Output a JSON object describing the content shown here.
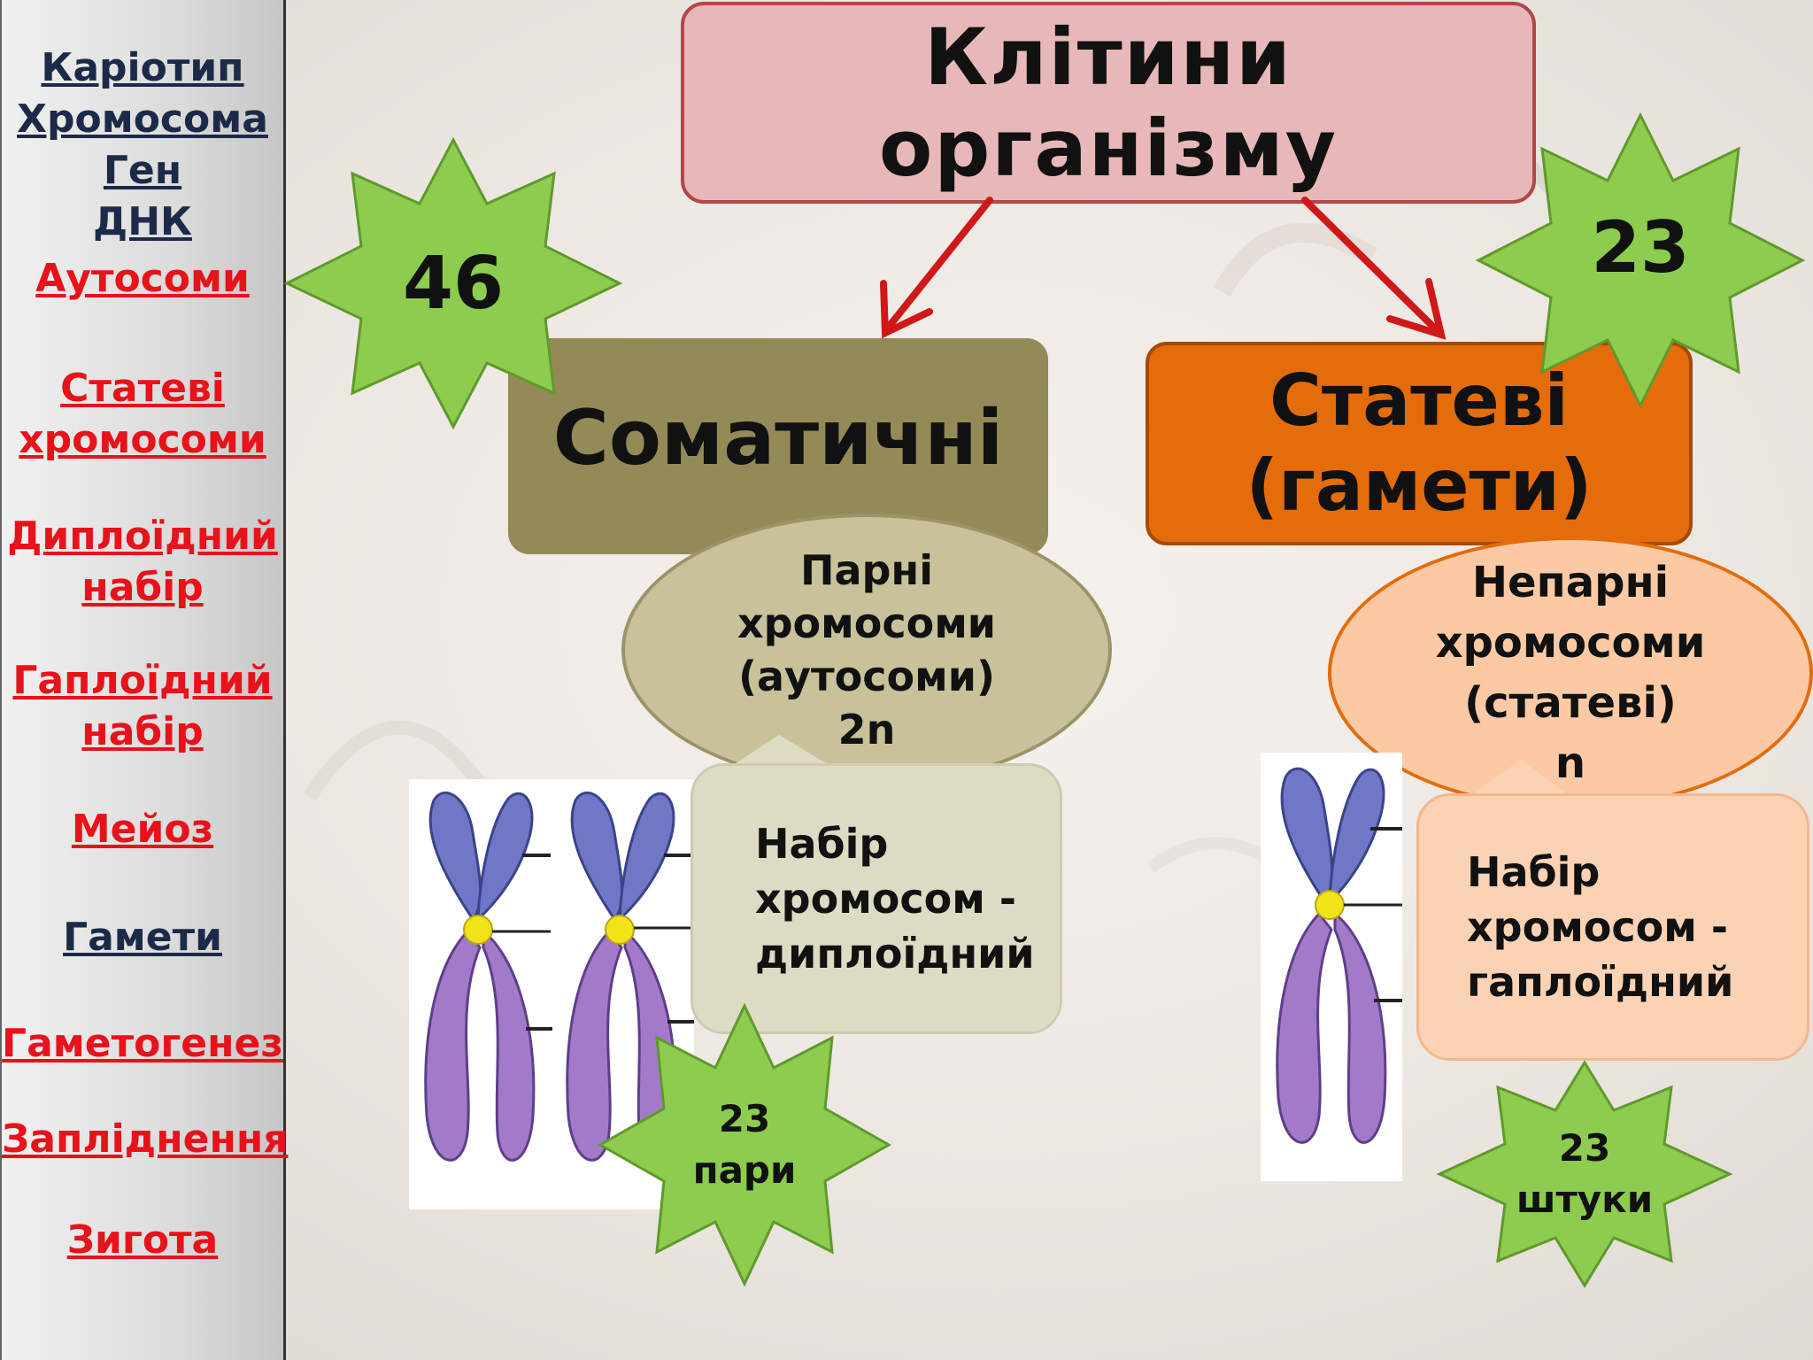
{
  "sidebar": {
    "links": [
      {
        "label": "Каріотип",
        "color": "#1c2a4a"
      },
      {
        "label": "Хромосома",
        "color": "#1c2a4a"
      },
      {
        "label": "Ген",
        "color": "#1c2a4a"
      },
      {
        "label": "ДНК",
        "color": "#1c2a4a"
      },
      {
        "label": "Аутосоми",
        "color": "#e8121a"
      },
      {
        "label": "Статеві\nхромосоми",
        "color": "#e8121a"
      },
      {
        "label": "Диплоїдний\nнабір",
        "color": "#e8121a"
      },
      {
        "label": "Гаплоїдний\nнабір",
        "color": "#e8121a"
      },
      {
        "label": "Мейоз",
        "color": "#e8121a"
      },
      {
        "label": "Гамети",
        "color": "#1c2a4a"
      },
      {
        "label": "Гаметогенез",
        "color": "#e8121a"
      },
      {
        "label": "Запліднення",
        "color": "#e8121a"
      },
      {
        "label": "Зигота",
        "color": "#e8121a"
      }
    ]
  },
  "diagram": {
    "title": "Клітини організму",
    "somatic": {
      "label": "Соматичні",
      "count": "46",
      "oval": "Парні\nхромосоми\n(аутосоми)\n2n",
      "callout": "Набір\nхромосом -\nдиплоїдний",
      "pairs_star": "23\nпари"
    },
    "sex": {
      "label": "Статеві\n(гамети)",
      "count": "23",
      "oval": "Непарні\nхромосоми\n(статеві)\nn",
      "callout": "Набір\nхромосом -\nгаплоїдний",
      "pieces_star": "23\nштуки"
    }
  },
  "colors": {
    "title_fill": "#e8b8b8",
    "somatic_fill": "#938a58",
    "sex_fill": "#e46c0a",
    "star_fill": "#8dcc4e",
    "arrow": "#d01818",
    "chromatid_top": "#6f78c6",
    "chromatid_bottom": "#a27ac9",
    "centromere": "#f2e21a"
  }
}
